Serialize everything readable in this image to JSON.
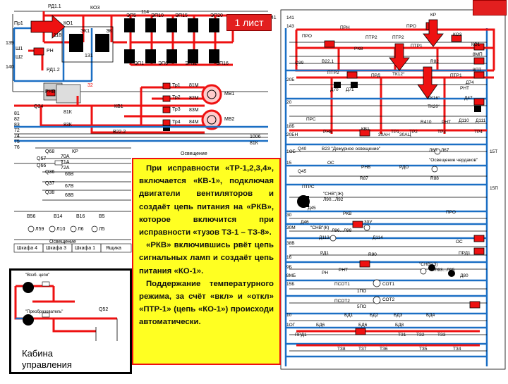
{
  "sheet_label": "1 лист",
  "cabin_label": "Кабина управления",
  "info": {
    "p1": "При исправности «ТР-1,2,3,4», включается «КВ-1», подключая двигатели вентиляторов и создаёт цепь питания на «РКВ», которое включится при исправности «тузов ТЗ-1 – ТЗ-8».",
    "p2": "«РКВ» включившись рвёт цепь сигнальных ламп и создаёт цепь питания «КО-1».",
    "p3": "Поддержание температурного режима, за счёт «вкл» и «откл» «ПТР-1» (цепь «КО-1») происходи автоматически."
  },
  "left": {
    "top_labels": [
      "РД1.1",
      "КО3",
      "Пр1",
      "КО1",
      "ЭК1",
      "ЭК",
      "РН",
      "Ш1",
      "Ш2",
      "РД1.2",
      "РНВ",
      "32"
    ],
    "heaters": [
      "ЭП5",
      "ЭП10",
      "ЭП15",
      "ЭП20",
      "ЭП1",
      "ЭП6",
      "ЭП11",
      "ЭП16"
    ],
    "motor_labels": [
      "Тр1",
      "Тр2",
      "Тр3",
      "Тр4",
      "МВ1",
      "МВ2",
      "Q34",
      "КВ1",
      "В22.2"
    ],
    "wire_numbers": [
      "114",
      "118",
      "131",
      "139",
      "140",
      "141",
      "81",
      "81М",
      "82",
      "82М",
      "83",
      "83М",
      "84М",
      "81К",
      "83К",
      "72",
      "74",
      "75",
      "76",
      "1006",
      "81К"
    ],
    "lighting_title": "Освещение",
    "lighting_items": [
      "Q68",
      "Q67",
      "Q66",
      "Q36",
      "Q37",
      "Q38",
      "КР",
      "70А",
      "71А",
      "72А",
      "66В",
      "67В",
      "68В"
    ],
    "bottom_items": [
      "В56",
      "В14",
      "В16",
      "В5",
      "Л59",
      "Л10",
      "Л6",
      "Л5"
    ],
    "bottom_title": "Освещение",
    "bottom_table": [
      "Шкафа 4",
      "Шкафа 3",
      "Шкафа 1",
      "Ящика"
    ],
    "cabin_items": [
      "\"Возб. цепи\"",
      "\"Преобразователь\"",
      "Q52"
    ]
  },
  "right": {
    "top_labels": [
      "КР",
      "ПРН",
      "ПРО",
      "ПТР2",
      "ПТР2",
      "ПРО",
      "КО3",
      "КО1",
      "РКВ",
      "ПТР1",
      "В22.1",
      "Q39",
      "R82",
      "ПТР2",
      "ПРД",
      "ТК12°",
      "ПТР1",
      "РНТ",
      "ТК16°",
      "ТК20°",
      "Д70",
      "Д71",
      "Д47",
      "Д74"
    ],
    "middle_labels": [
      "ПРС",
      "РНВ",
      "КВ1",
      "ТР1",
      "ТР2",
      "ТР3",
      "ТР4",
      "R410",
      "РНТ",
      "Д110",
      "Д111",
      "Q40",
      "В23 \"Дежурное освещение\"",
      "Л60...Л67",
      "\"Освещение чердаков\"",
      "Q45",
      "ОС",
      "РНВ",
      "РДО",
      "R87",
      "R88",
      "ПТРС",
      "\"СНВ\"(Ж)",
      "Л90...Л92",
      "РКВ",
      "ПРО",
      "Д45",
      "Д46",
      "\"СНВ\"(К)",
      "Л96...Л98",
      "Д113",
      "Д114"
    ],
    "lower_labels": [
      "РД1",
      "ПРД1",
      "ОС",
      "РН",
      "РНТ",
      "R90",
      "\"СНВ\"(З)",
      "Л93...Л95",
      "Д80",
      "ПСОТ1",
      "ПСОТ2",
      "СОТ1",
      "СОТ2",
      "БД1",
      "БД2",
      "БД3",
      "БД4",
      "БД6",
      "БД6",
      "БД8",
      "ПРД1",
      "ТЗ1",
      "ТЗ2",
      "ТЗ3",
      "ТЗ8",
      "ТЗ7",
      "ТЗ6",
      "ТЗ5",
      "ТЗ4"
    ],
    "wire_numbers": [
      "141",
      "143",
      "20Б",
      "20БН",
      "18Б",
      "20",
      "8ПТ",
      "8МП",
      "30АН",
      "30АЦ",
      "1ОБ",
      "15",
      "15Т",
      "15П",
      "30",
      "30У",
      "30М",
      "38В",
      "16",
      "9Б",
      "8МБ",
      "15Б",
      "1ПО",
      "5ПО",
      "10",
      "1ОГ"
    ]
  }
}
